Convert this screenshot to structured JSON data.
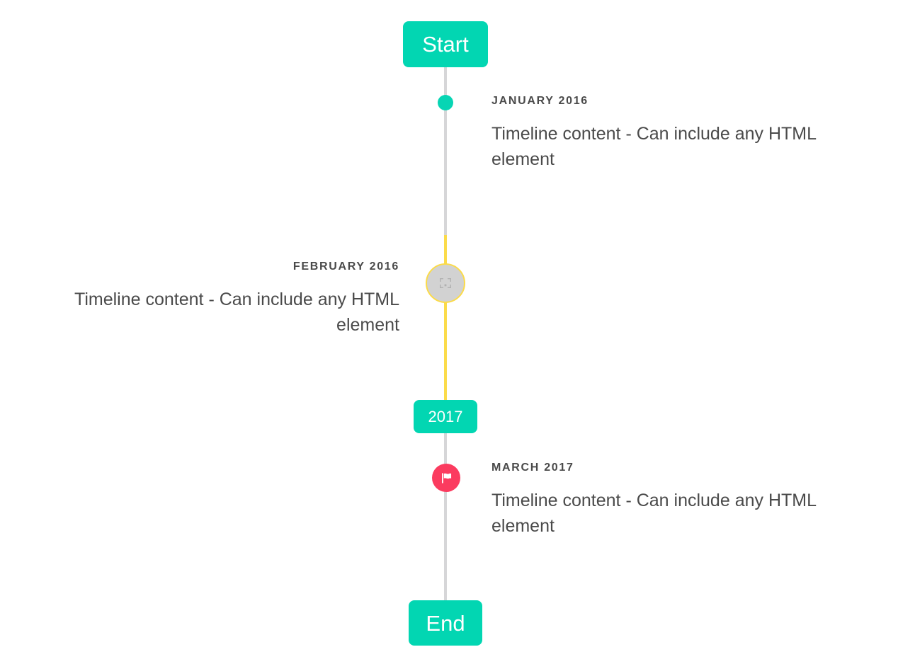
{
  "timeline": {
    "start_badge": {
      "label": "Start",
      "color": "#02d6b2"
    },
    "year_badge": {
      "label": "2017",
      "color": "#02d6b2"
    },
    "end_badge": {
      "label": "End",
      "color": "#02d6b2"
    },
    "rail_colors": {
      "default": "#d6d6d8",
      "highlight": "#fbdb4a"
    },
    "entries": [
      {
        "date": "JANUARY 2016",
        "body": "Timeline content - Can include any HTML element",
        "side": "right",
        "marker": "dot-marker",
        "marker_color": "#07d5b4"
      },
      {
        "date": "FEBRUARY 2016",
        "body": "Timeline content - Can include any HTML element",
        "side": "left",
        "marker": "broken-image-marker",
        "marker_color": "#d2d2d2",
        "marker_ring_color": "#fbdb4a"
      },
      {
        "date": "MARCH 2017",
        "body": "Timeline content - Can include any HTML element",
        "side": "right",
        "marker": "flag-marker",
        "marker_color": "#fb3b5f"
      }
    ]
  }
}
